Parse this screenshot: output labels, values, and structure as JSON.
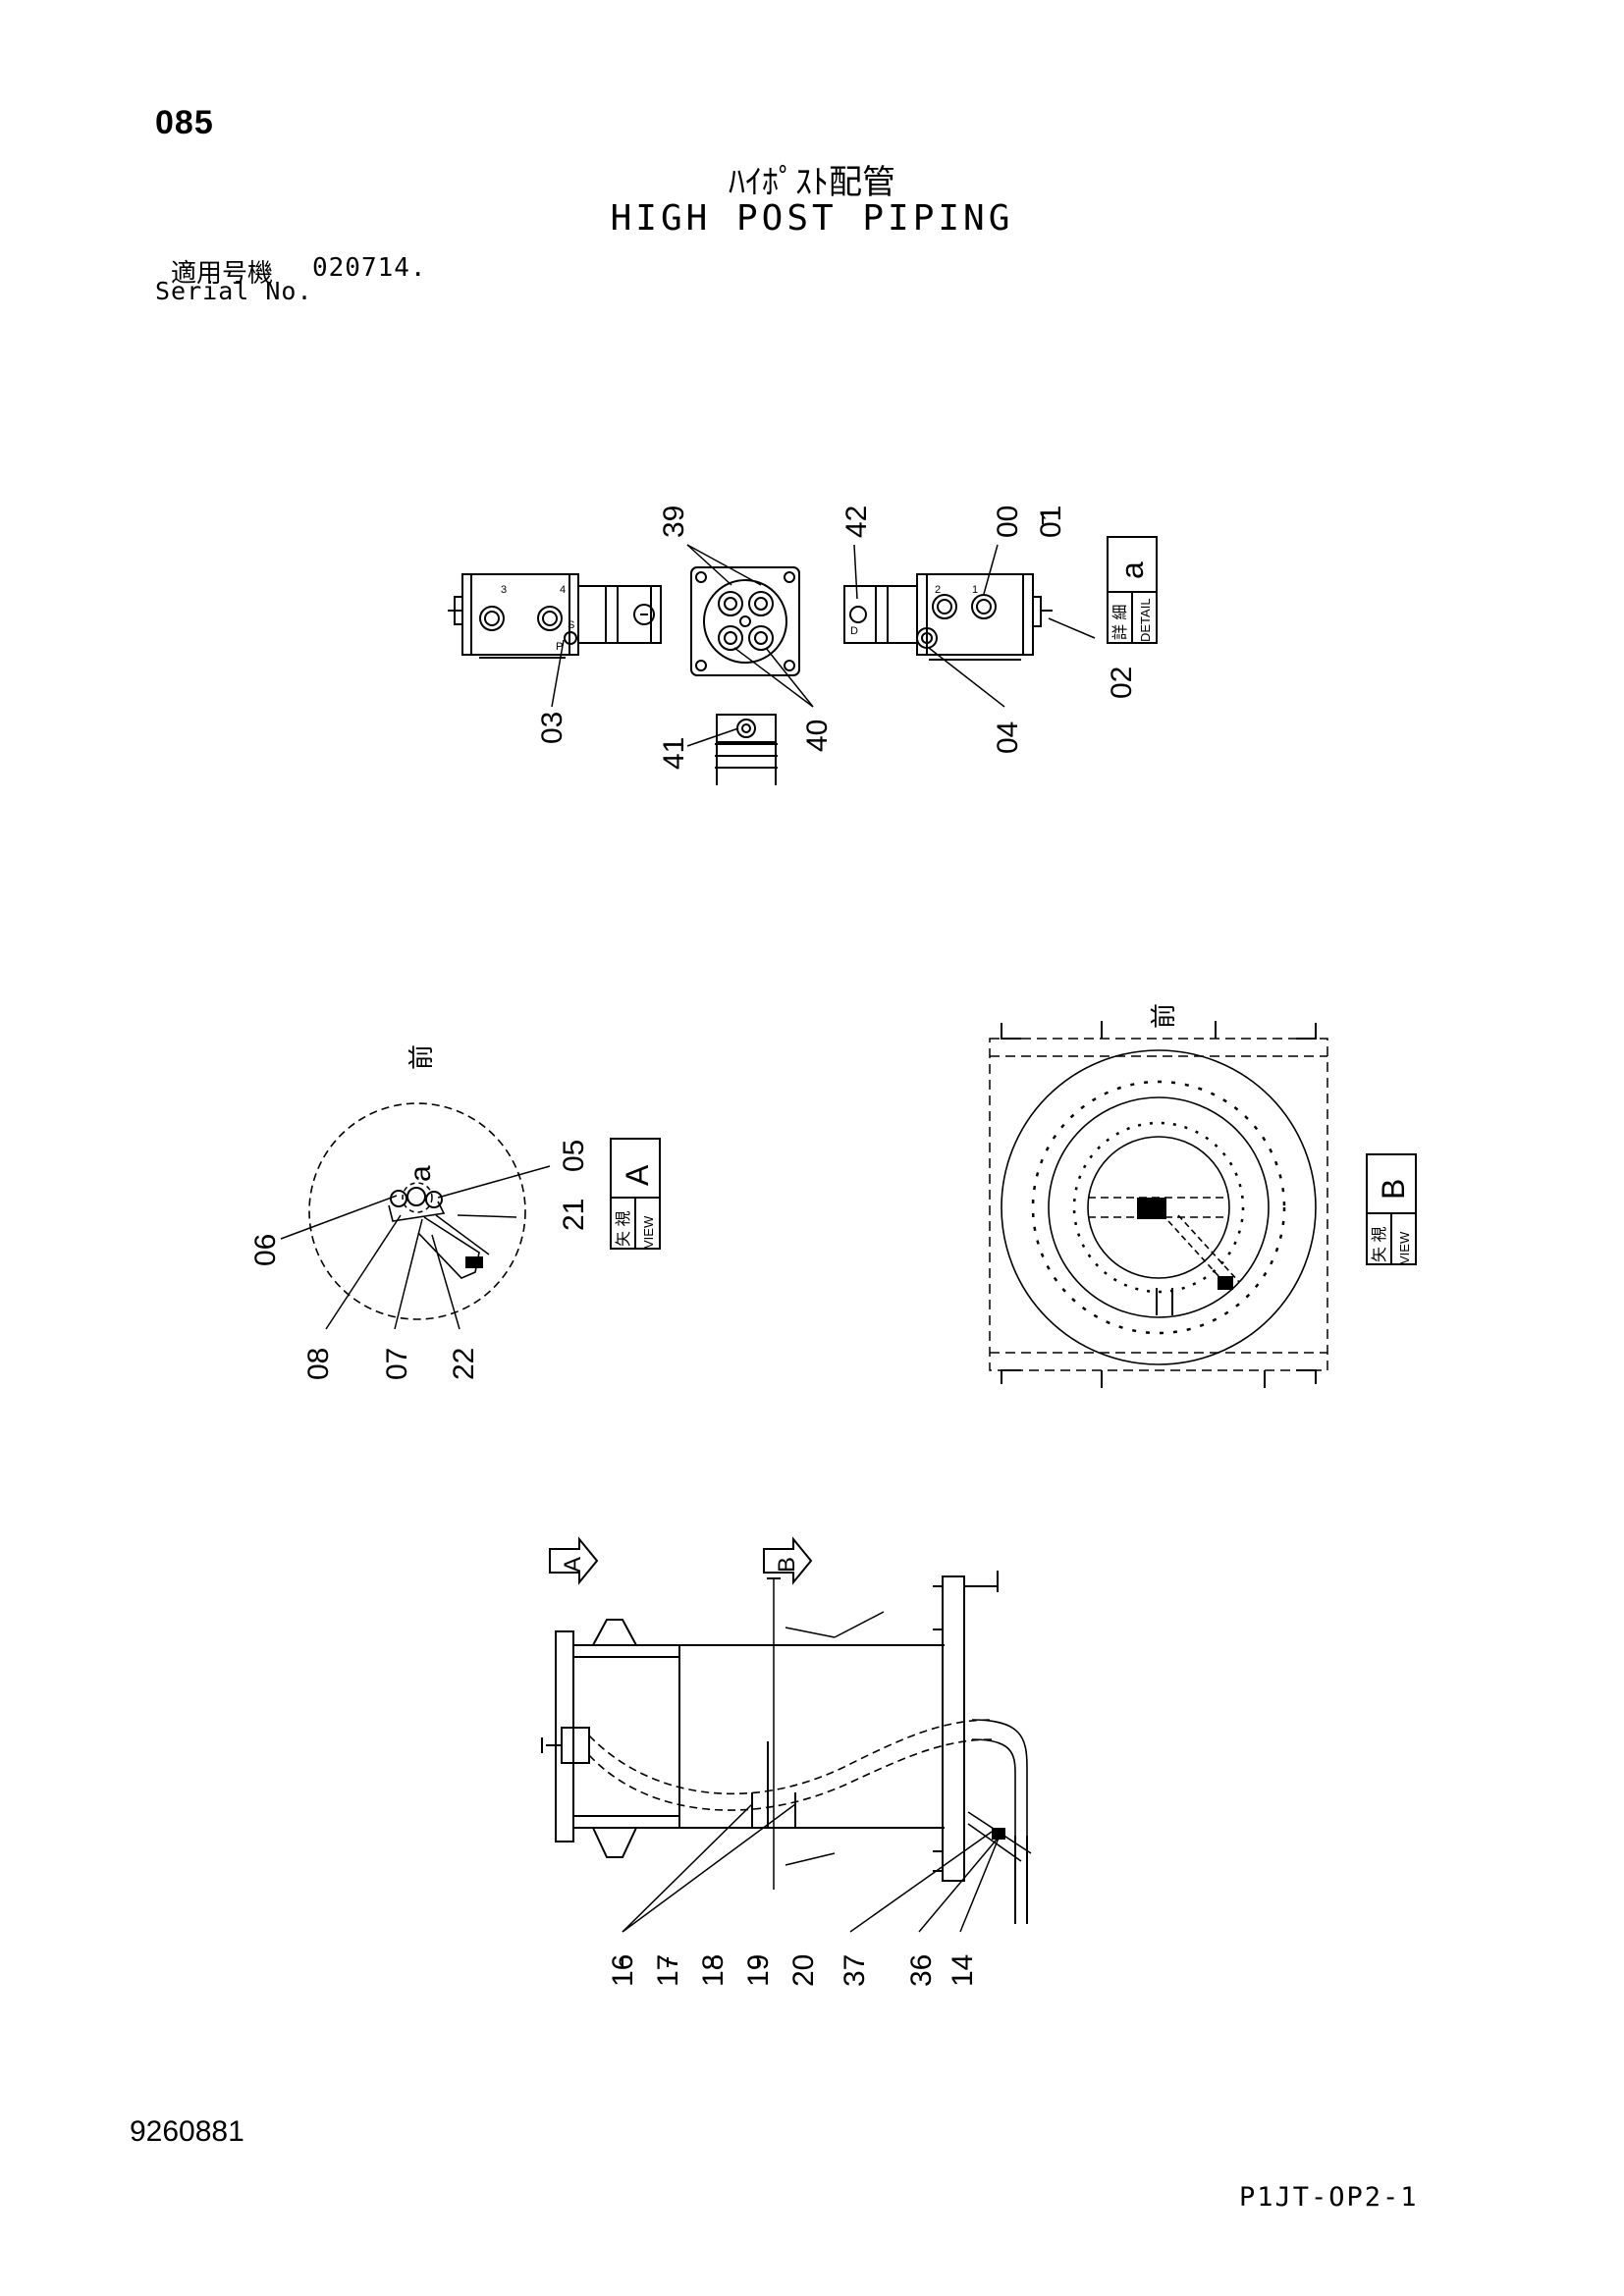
{
  "header": {
    "page_number": "085",
    "title_jp": "ﾊｲﾎﾟｽﾄ配管",
    "title_en": "HIGH POST PIPING",
    "serial_label_jp": "適用号機",
    "serial_value": "020714.",
    "serial_label_en": "Serial No."
  },
  "detail_a": {
    "box_letter": "a",
    "box_jp": "詳 細",
    "box_en": "DETAIL",
    "callouts": [
      "39",
      "42",
      "00",
      "01",
      "02",
      "03",
      "04",
      "40",
      "41"
    ],
    "port_labels": [
      "3",
      "4",
      "P",
      "S",
      "1",
      "2",
      "D"
    ]
  },
  "view_a": {
    "box_letter": "A",
    "box_jp": "矢 視",
    "box_en": "VIEW",
    "front_mark": "前",
    "detail_ref": "a",
    "callouts": [
      "05",
      "21",
      "06",
      "08",
      "07",
      "22"
    ]
  },
  "view_b": {
    "box_letter": "B",
    "box_jp": "矢 視",
    "box_en": "VIEW",
    "front_mark": "前"
  },
  "side_view": {
    "arrow_a": "A",
    "arrow_b": "B",
    "callouts": [
      "16",
      "17",
      "18",
      "19",
      "20",
      "37",
      "36",
      "14"
    ]
  },
  "footer": {
    "drawing_number": "9260881",
    "sheet_code": "P1JT-OP2-1"
  }
}
